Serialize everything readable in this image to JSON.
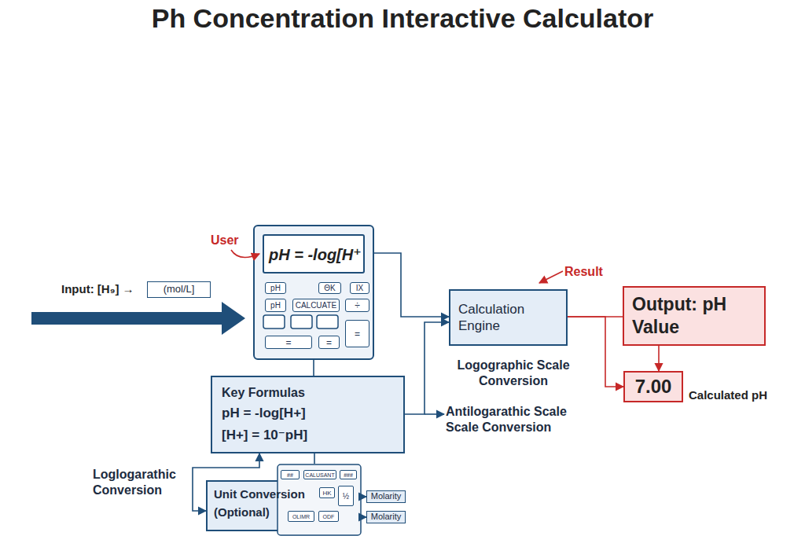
{
  "diagram": {
    "title": "Ph Concentration Interactive Calculator",
    "nodes": [
      {
        "text": [
          "(mol/L]"
        ]
      },
      {
        "text": [
          "pH = -log[H⁺"
        ]
      },
      {
        "text": [
          "pH"
        ],
        "in": 1
      },
      {
        "text": [
          "ΘK"
        ],
        "in": 1
      },
      {
        "text": [
          "IX"
        ],
        "in": 1
      },
      {
        "text": [
          "pH"
        ],
        "in": 1
      },
      {
        "text": [
          "CALCUATE"
        ],
        "in": 1
      },
      {
        "text": [
          "÷"
        ],
        "in": 1
      },
      {
        "text": [
          "="
        ],
        "in": 1
      },
      {
        "text": [
          "="
        ],
        "in": 1
      },
      {
        "text": [
          "="
        ],
        "in": 1
      },
      {
        "text": [
          "Calculation Engine"
        ]
      },
      {
        "text": [
          "Output: pH Value"
        ]
      },
      {
        "text": [
          "7.00"
        ]
      },
      {
        "text": [
          "Key Formulas",
          "pH = -log[H+]",
          "[H+] = 10⁻pH]"
        ]
      },
      {
        "text": [
          "Unit Conversion (Optional)"
        ]
      },
      {
        "text": [
          "##"
        ]
      },
      {
        "text": [
          "CALUSANT"
        ]
      },
      {
        "text": [
          "###"
        ]
      },
      {
        "text": [
          "HK"
        ]
      },
      {
        "text": [
          "½"
        ]
      },
      {
        "text": [
          "OLIMR"
        ]
      },
      {
        "text": [
          "ODF"
        ]
      },
      {
        "text": [
          "Molarity"
        ]
      },
      {
        "text": [
          "Molarity"
        ]
      }
    ],
    "edges": [
      {
        "from": 1,
        "to": 11,
        "arrow": "to"
      },
      {
        "from": 14,
        "to": 11,
        "arrow": "to"
      },
      {
        "from": 11,
        "to": 12,
        "arrow": "none"
      },
      {
        "from": 11,
        "to": 13,
        "arrow": "to"
      },
      {
        "from": 12,
        "to": 13,
        "arrow": "to"
      },
      {
        "from": 1,
        "to": 14,
        "arrow": "none"
      },
      {
        "from": 14,
        "to": 15,
        "arrow": "none"
      },
      {
        "from": 15,
        "to": 14,
        "label": "Loglogarathic Conversion",
        "arrow": "both"
      },
      {
        "from": 15,
        "to": 23,
        "arrow": "to"
      },
      {
        "from": 15,
        "to": 24,
        "arrow": "to"
      }
    ],
    "labels": [
      "Input: [H₉] →",
      "User",
      "Result",
      "Logographic Scale Conversion",
      "Antilogarathic Scale Scale Conversion",
      "Calculated pH"
    ]
  }
}
